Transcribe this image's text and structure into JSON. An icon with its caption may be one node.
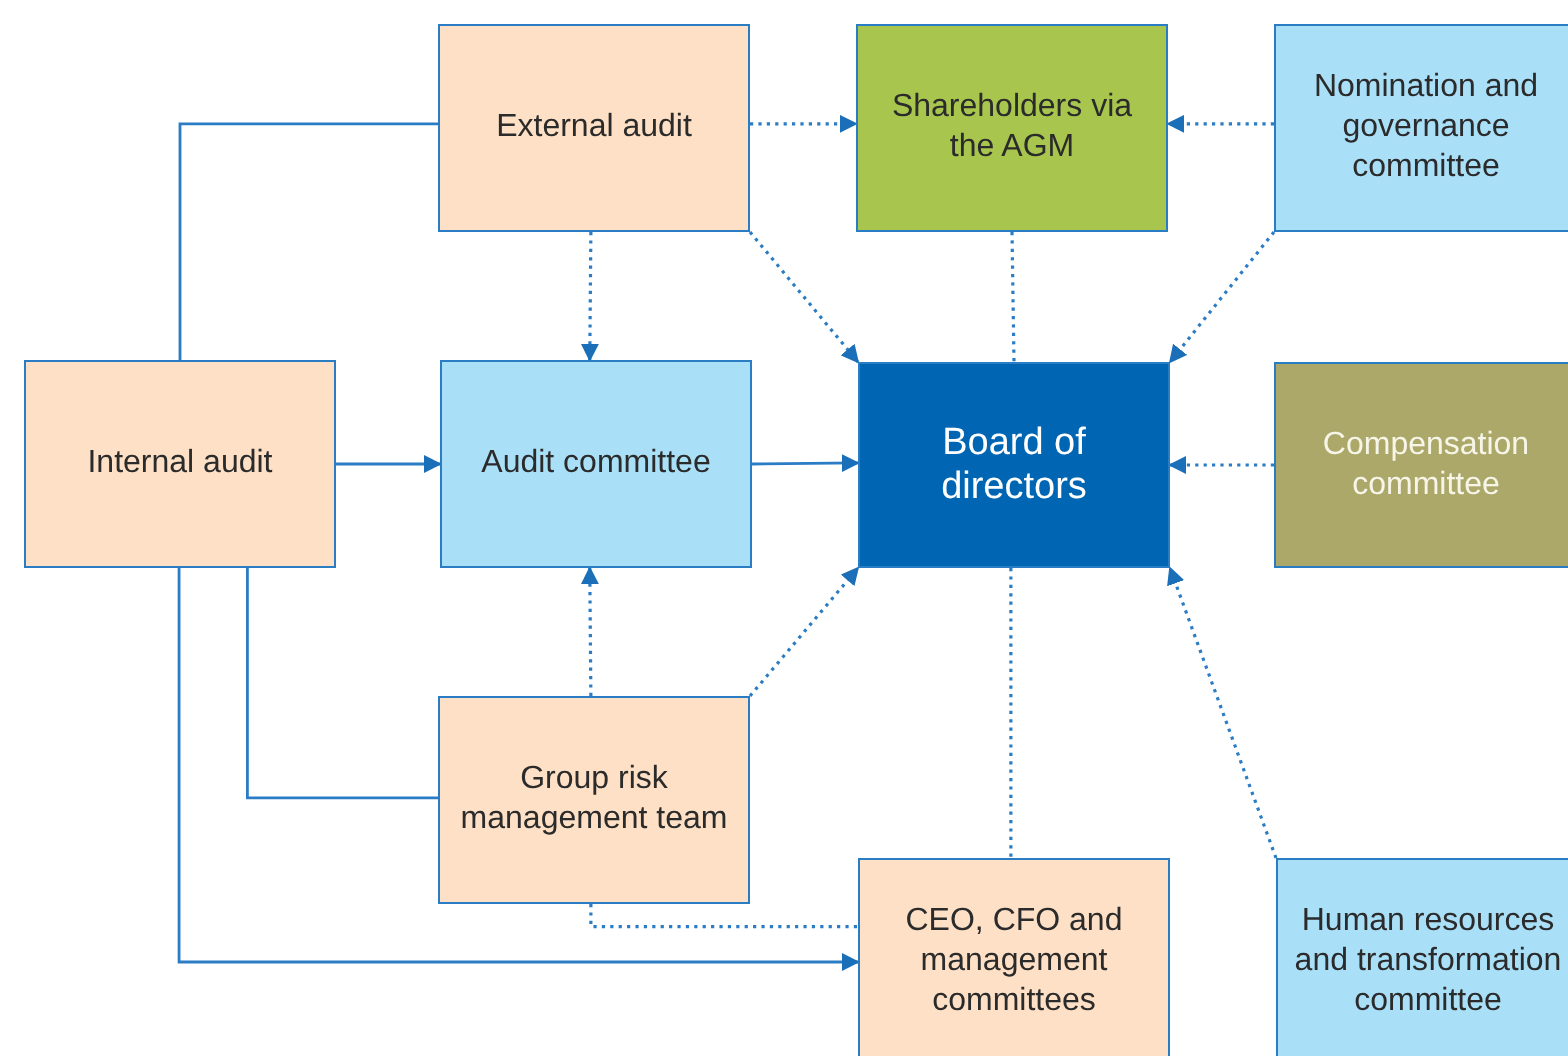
{
  "diagram": {
    "nodes": [
      {
        "text": [
          "External audit"
        ]
      },
      {
        "text": [
          "Shareholders via the AGM"
        ]
      },
      {
        "text": [
          "Nomination and governance committee"
        ]
      },
      {
        "text": [
          "Internal audit"
        ]
      },
      {
        "text": [
          "Audit committee"
        ]
      },
      {
        "text": [
          "Board of directors"
        ]
      },
      {
        "text": [
          "Compensation committee"
        ]
      },
      {
        "text": [
          "Group risk management team"
        ]
      },
      {
        "text": [
          "CEO, CFO and management committees"
        ]
      },
      {
        "text": [
          "Human resources and transformation committee"
        ]
      }
    ],
    "edges": [
      {
        "from": 3,
        "to": 0,
        "arrow": "none"
      },
      {
        "from": 0,
        "to": 1,
        "arrow": "to",
        "style": "dashed"
      },
      {
        "from": 2,
        "to": 1,
        "arrow": "to",
        "style": "dashed"
      },
      {
        "from": 0,
        "to": 5,
        "arrow": "to",
        "style": "dashed"
      },
      {
        "from": 1,
        "to": 5,
        "arrow": "none",
        "style": "dashed"
      },
      {
        "from": 2,
        "to": 5,
        "arrow": "to",
        "style": "dashed"
      },
      {
        "from": 0,
        "to": 4,
        "arrow": "to",
        "style": "dashed"
      },
      {
        "from": 3,
        "to": 4,
        "arrow": "to"
      },
      {
        "from": 4,
        "to": 5,
        "arrow": "to"
      },
      {
        "from": 6,
        "to": 5,
        "arrow": "to",
        "style": "dashed"
      },
      {
        "from": 7,
        "to": 4,
        "arrow": "to",
        "style": "dashed"
      },
      {
        "from": 7,
        "to": 5,
        "arrow": "to",
        "style": "dashed"
      },
      {
        "from": 3,
        "to": 7,
        "arrow": "none"
      },
      {
        "from": 3,
        "to": 8,
        "arrow": "to"
      },
      {
        "from": 7,
        "to": 8,
        "arrow": "none",
        "style": "dashed"
      },
      {
        "from": 5,
        "to": 8,
        "arrow": "none",
        "style": "dashed"
      },
      {
        "from": 9,
        "to": 5,
        "arrow": "to",
        "style": "dashed"
      }
    ]
  }
}
